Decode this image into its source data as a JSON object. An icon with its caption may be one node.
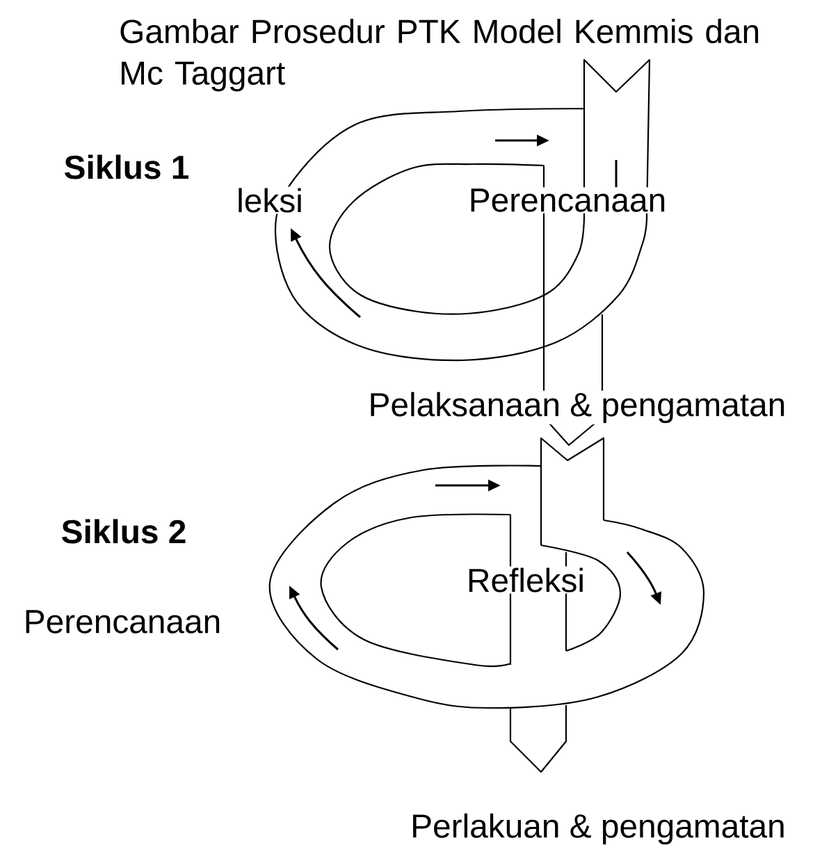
{
  "diagram": {
    "title": "Gambar Prosedur PTK Model Kemmis dan Mc Taggart",
    "labels": [
      "Siklus 1",
      "leksi",
      "Perencanaan",
      "Pelaksanaan & pengamatan",
      "Siklus 2",
      "Refleksi",
      "Perencanaan",
      "Perlakuan & pengamatan"
    ]
  }
}
